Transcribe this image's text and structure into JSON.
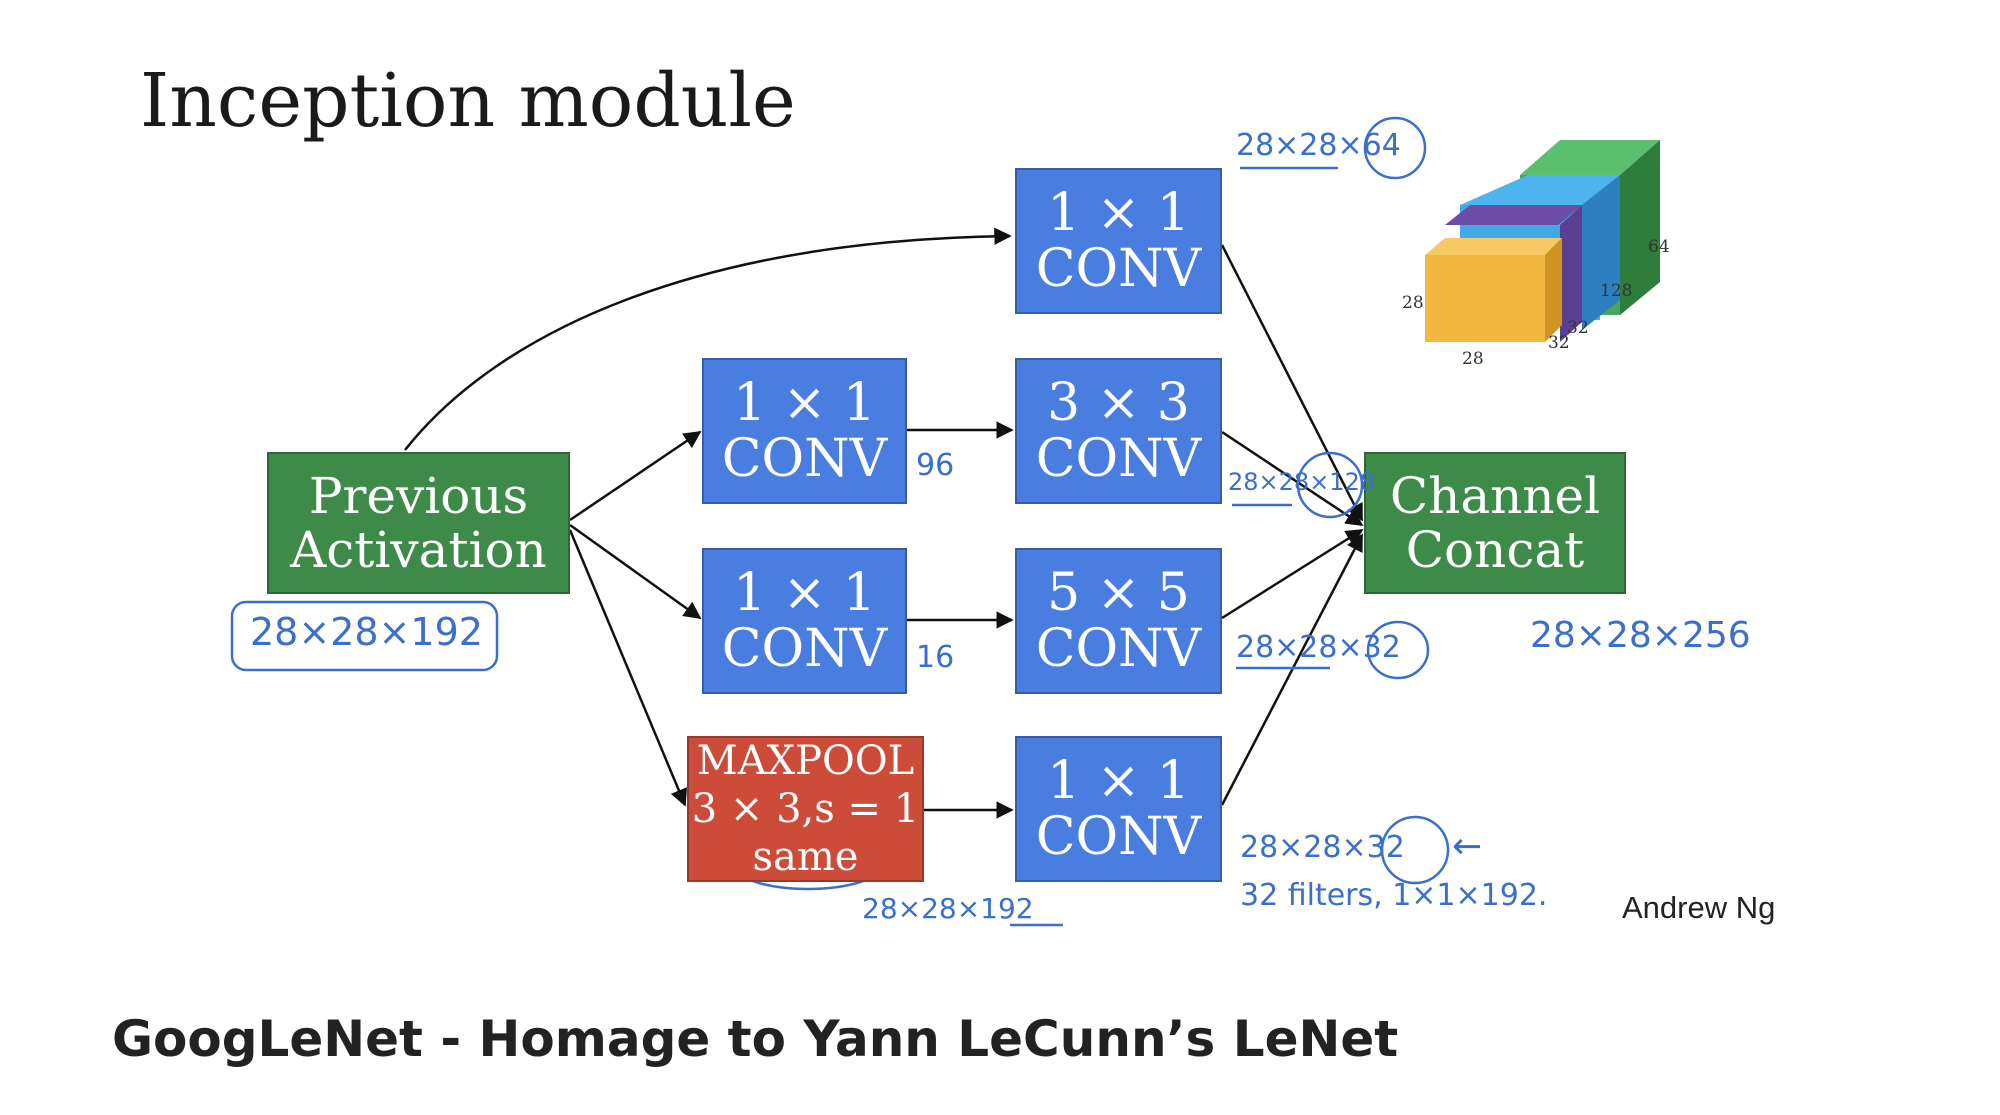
{
  "title": "Inception module",
  "footer": "GoogLeNet - Homage to Yann LeCunn’s LeNet",
  "author": "Andrew Ng",
  "colors": {
    "conv": "#4a7de0",
    "activation": "#3d8a49",
    "maxpool": "#cc4c39",
    "annotation": "#3a6fcb"
  },
  "nodes": {
    "previous_activation": [
      "Previous",
      "Activation"
    ],
    "conv_1x1_top": [
      "1 × 1",
      "CONV"
    ],
    "conv_1x1_reduce_a": [
      "1 × 1",
      "CONV"
    ],
    "conv_3x3": [
      "3 × 3",
      "CONV"
    ],
    "conv_1x1_reduce_b": [
      "1 × 1",
      "CONV"
    ],
    "conv_5x5": [
      "5 × 5",
      "CONV"
    ],
    "maxpool": [
      "MAXPOOL",
      "3 × 3,s = 1",
      "same"
    ],
    "conv_1x1_pool": [
      "1 × 1",
      "CONV"
    ],
    "channel_concat": [
      "Channel",
      "Concat"
    ]
  },
  "annotations": {
    "input_shape": "28×28×192",
    "top_out": "28×28×64",
    "reduce_a": "96",
    "reduce_b": "16",
    "conv3_out": "28×28×128",
    "conv5_out": "28×28×32",
    "concat_out": "28×28×256",
    "pool_out": "28×28×192",
    "pool_conv_out": "28×28×32",
    "pool_arrow": "←",
    "pool_filters": "32 filters, 1×1×192."
  },
  "cube_labels": {
    "h": "28",
    "w": "28",
    "d_purple": "32",
    "d_yellow": "32",
    "d_blue": "128",
    "d_green": "64"
  }
}
